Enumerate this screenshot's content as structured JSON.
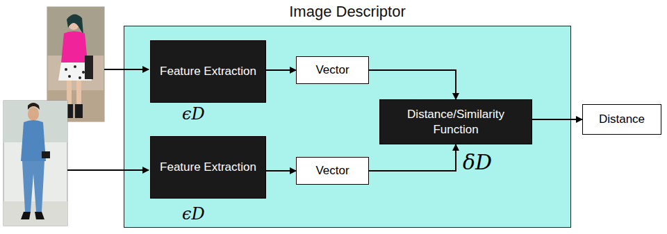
{
  "diagram": {
    "nodes": [
      {
        "text": [
          "Image Descriptor"
        ]
      },
      {
        "text": [
          "Feature Extraction"
        ],
        "in": 0
      },
      {
        "text": [
          "Vector"
        ],
        "in": 0
      },
      {
        "text": [
          "Distance/Similarity Function"
        ],
        "in": 0
      },
      {
        "text": [
          "Feature Extraction"
        ],
        "in": 0
      },
      {
        "text": [
          "Vector"
        ],
        "in": 0
      },
      {
        "text": [
          "Distance"
        ]
      }
    ],
    "edges": [
      {
        "from": 1,
        "to": 2,
        "arrow": "to"
      },
      {
        "from": 2,
        "to": 3,
        "arrow": "to"
      },
      {
        "from": 4,
        "to": 5,
        "arrow": "to"
      },
      {
        "from": 5,
        "to": 3,
        "arrow": "to"
      },
      {
        "from": 3,
        "to": 6,
        "arrow": "to"
      }
    ],
    "labels": [
      "ϵD",
      "ϵD",
      "δD"
    ]
  }
}
